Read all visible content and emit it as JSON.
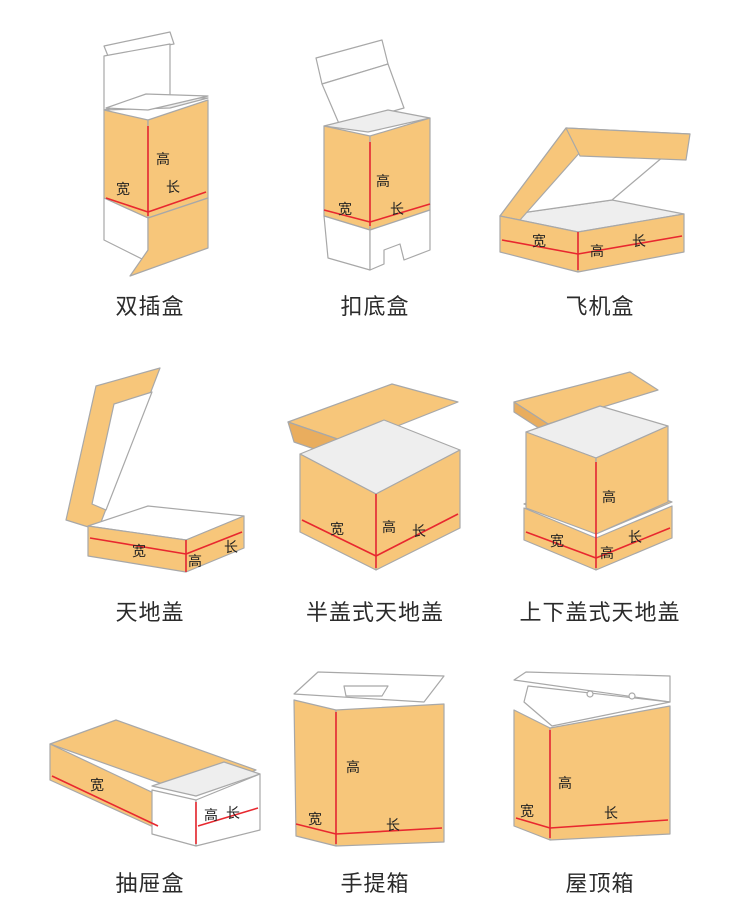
{
  "colors": {
    "kraft": "#f7c67a",
    "kraft_dark": "#e9ad5e",
    "inner": "#ffffff",
    "inner_shade": "#eeeeee",
    "outline": "#a8a8a8",
    "dimension_line": "#e8282f",
    "label": "#222222",
    "caption": "#2b2b2b"
  },
  "labels": {
    "height": "高",
    "width": "宽",
    "length": "长"
  },
  "boxes": [
    {
      "name": "双插盒"
    },
    {
      "name": "扣底盒"
    },
    {
      "name": "飞机盒"
    },
    {
      "name": "天地盖"
    },
    {
      "name": "半盖式天地盖"
    },
    {
      "name": "上下盖式天地盖"
    },
    {
      "name": "抽屉盒"
    },
    {
      "name": "手提箱"
    },
    {
      "name": "屋顶箱"
    }
  ]
}
